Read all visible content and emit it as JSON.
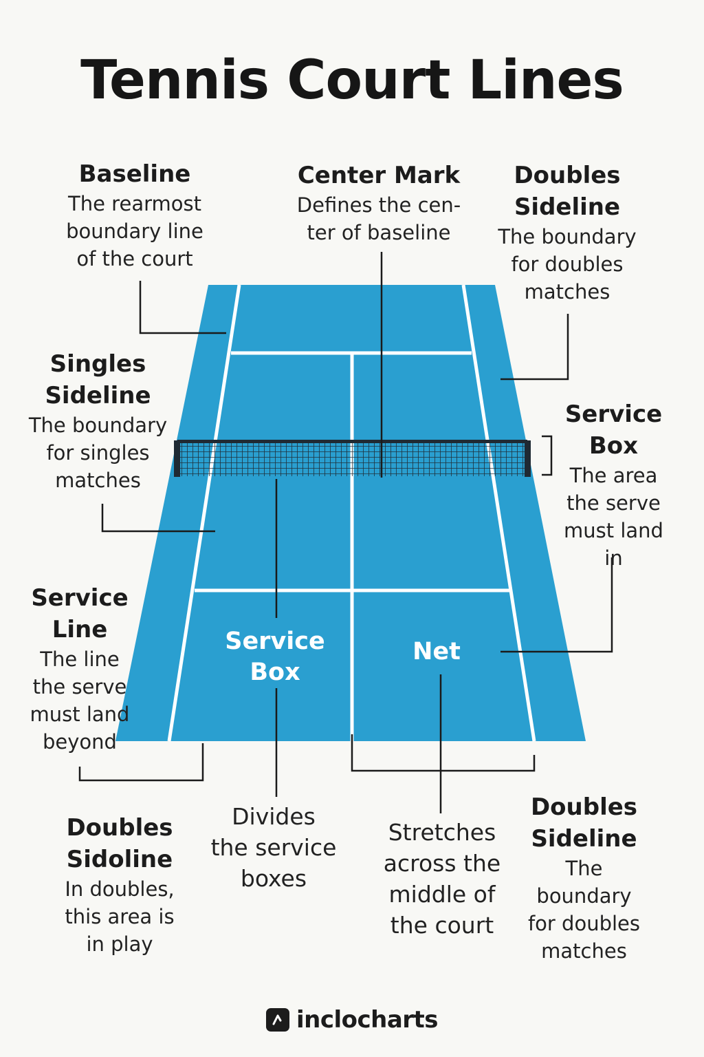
{
  "title": "Tennis Court Lines",
  "colors": {
    "court": "#2a9fd0",
    "lines": "#ffffff",
    "net": "#1f2a33",
    "leader": "#1a1a1a",
    "background": "#f8f8f5"
  },
  "labels": {
    "baseline": {
      "heading": "Baseline",
      "lines": [
        "The rearmost",
        "boundary line",
        "of the court"
      ]
    },
    "center_mark": {
      "heading": "Center Mark",
      "lines": [
        "Defines the cen-",
        "ter of baseline"
      ]
    },
    "doubles_sideline_top": {
      "heading": [
        "Doubles",
        "Sideline"
      ],
      "lines": [
        "The boundary",
        "for doubles",
        "matches"
      ]
    },
    "singles_sideline": {
      "heading": [
        "Singles",
        "Sideline"
      ],
      "lines": [
        "The boundary",
        "for singles",
        "matches"
      ]
    },
    "service_box_right": {
      "heading": [
        "Service",
        "Box"
      ],
      "lines": [
        "The area",
        "the serve",
        "must land",
        "in"
      ]
    },
    "service_line": {
      "heading": [
        "Service",
        "Line"
      ],
      "lines": [
        "The line",
        "the serve",
        "must land",
        "beyond"
      ]
    },
    "doubles_sidoline": {
      "heading": [
        "Doubles",
        "Sidoline"
      ],
      "lines": [
        "In doubles,",
        "this area is",
        "in play"
      ]
    },
    "divides": {
      "lines": [
        "Divides",
        "the service",
        "boxes"
      ]
    },
    "stretches": {
      "lines": [
        "Stretches",
        "across the",
        "middle of",
        "the court"
      ]
    },
    "doubles_sideline_bottom": {
      "heading": [
        "Doubles",
        "Sideline"
      ],
      "lines": [
        "The",
        "boundary",
        "for doubles",
        "matches"
      ]
    }
  },
  "court_labels": {
    "service_box": [
      "Service",
      "Box"
    ],
    "net": "Net"
  },
  "logo": {
    "icon": "chart-logo-icon",
    "text": "inclocharts"
  }
}
